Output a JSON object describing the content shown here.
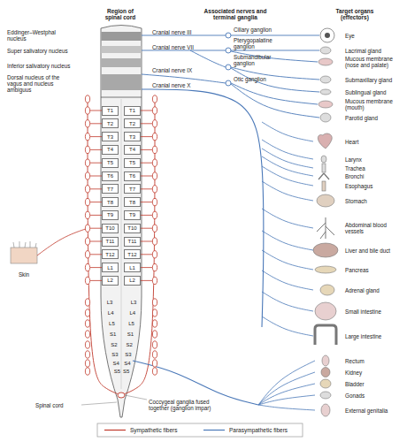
{
  "diagram": {
    "nodes": [
      {
        "text": [
          "T1"
        ]
      },
      {
        "text": [
          "T1"
        ]
      },
      {
        "text": [
          "T2"
        ]
      },
      {
        "text": [
          "T2"
        ]
      },
      {
        "text": [
          "T3"
        ]
      },
      {
        "text": [
          "T3"
        ]
      },
      {
        "text": [
          "T4"
        ]
      },
      {
        "text": [
          "T4"
        ]
      },
      {
        "text": [
          "T5"
        ]
      },
      {
        "text": [
          "T5"
        ]
      },
      {
        "text": [
          "T6"
        ]
      },
      {
        "text": [
          "T6"
        ]
      },
      {
        "text": [
          "T7"
        ]
      },
      {
        "text": [
          "T7"
        ]
      },
      {
        "text": [
          "T8"
        ]
      },
      {
        "text": [
          "T8"
        ]
      },
      {
        "text": [
          "T9"
        ]
      },
      {
        "text": [
          "T9"
        ]
      },
      {
        "text": [
          "T10"
        ]
      },
      {
        "text": [
          "T10"
        ]
      },
      {
        "text": [
          "T11"
        ]
      },
      {
        "text": [
          "T11"
        ]
      },
      {
        "text": [
          "T12"
        ]
      },
      {
        "text": [
          "T12"
        ]
      },
      {
        "text": [
          "L1"
        ]
      },
      {
        "text": [
          "L1"
        ]
      },
      {
        "text": [
          "L2"
        ]
      },
      {
        "text": [
          "L2"
        ]
      }
    ],
    "labels": [
      "Region of spinal cord",
      "Associated nerves and terminal ganglia",
      "Target organs (effectors)",
      "Eddinger–Westphal nucleus",
      "Super salivatory nucleus",
      "Inferior salivatory nucleus",
      "Dorsal nucleus of the vagus and nucleus ambiguus",
      "Cranial nerve III",
      "Ciliary ganglion",
      "Pterygopalatine ganglion",
      "Cranial nerve VII",
      "Submandibular ganglion",
      "Cranial nerve IX",
      "Otic ganglion",
      "Cranial nerve X",
      "Eye",
      "Lacrimal gland",
      "Mucous membrane (nose and palate)",
      "Submaxillary gland",
      "Sublingual gland",
      "Mucous membrane (mouth)",
      "Parotid gland",
      "Heart",
      "Larynx",
      "Trachea",
      "Bronchi",
      "Esophagus",
      "Stomach",
      "Abdominal blood vessels",
      "Liver and bile duct",
      "Pancreas",
      "Adrenal gland",
      "Small intestine",
      "Large intestine",
      "Rectum",
      "Kidney",
      "Bladder",
      "Gonads",
      "External genitalia",
      "L3",
      "L3",
      "L4",
      "L4",
      "L5",
      "L5",
      "S1",
      "S1",
      "S2",
      "S2",
      "S3",
      "S3",
      "S4",
      "S4",
      "S5",
      "S5",
      "Skin",
      "Spinal cord",
      "Coccygeal ganglia fused together (ganglion impar)"
    ],
    "legend": [
      {
        "text": "Sympathetic fibers"
      },
      {
        "text": "Parasympathetic fibers"
      }
    ]
  }
}
